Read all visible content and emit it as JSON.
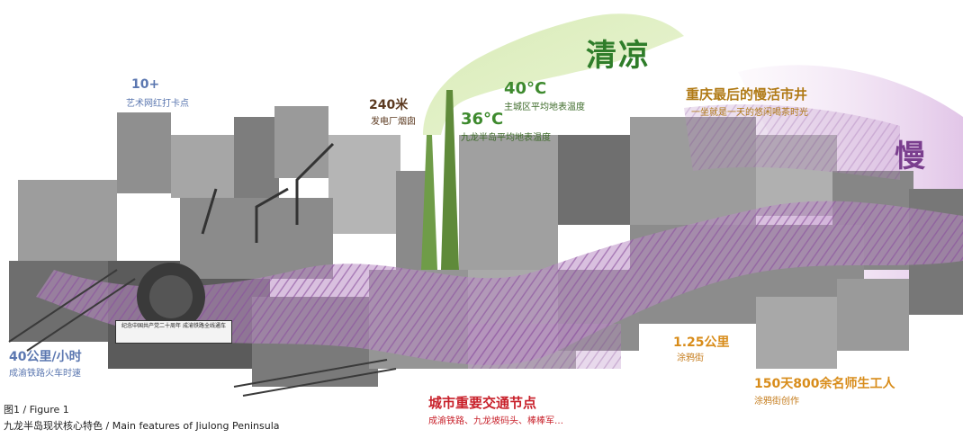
{
  "labels": {
    "art_count": "10+",
    "art_sub": "艺术网红打卡点",
    "chimney_height": "240米",
    "chimney_sub": "发电厂烟囱",
    "temp_main": "40°C",
    "temp_main_sub": "主城区平均地表温度",
    "temp_peninsula": "36°C",
    "temp_peninsula_sub": "九龙半岛平均地表温度",
    "market_title": "重庆最后的慢活市井",
    "market_sub": "一坐就是一天的悠闲喝茶时光",
    "cool_title": "清凉",
    "slow_title": "慢",
    "speed": "40公里/小时",
    "speed_sub": "成渝铁路火车时速",
    "graffiti_len": "1.25公里",
    "graffiti_sub": "涂鸦街",
    "artists": "150天800余名师生工人",
    "artists_sub": "涂鸦街创作",
    "traffic_title": "城市重要交通节点",
    "traffic_sub": "成渝铁路、九龙坡码头、棒棒军…",
    "banner_text": "纪念中国共产党二十周年 成渝铁路全线通车"
  },
  "caption": {
    "line1": "图1 / Figure 1",
    "line2": "九龙半岛现状核心特色 /  Main features of Jiulong Peninsula"
  },
  "colors": {
    "green": "#3e8a2e",
    "purple": "#9b5fae",
    "red": "#c8202a",
    "gold": "#b07a16",
    "blue": "#5b77b0"
  }
}
